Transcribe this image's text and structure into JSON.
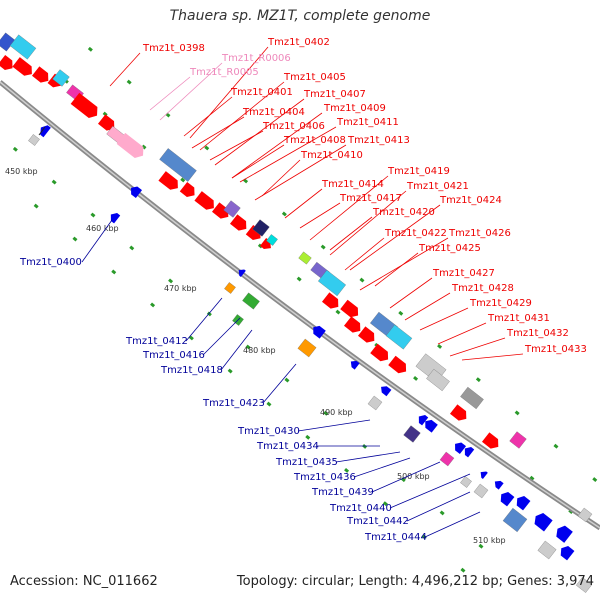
{
  "title": "Thauera sp. MZ1T, complete genome",
  "accession": "Accession: NC_011662",
  "summary": "Topology: circular; Length: 4,496,212 bp; Genes: 3,974",
  "ticks": [
    "450 kbp",
    "460 kbp",
    "470 kbp",
    "480 kbp",
    "490 kbp",
    "500 kbp",
    "510 kbp"
  ],
  "labels_red": [
    "Tmz1t_0398",
    "Tmz1t_0402",
    "Tmz1t_0405",
    "Tmz1t_0401",
    "Tmz1t_0407",
    "Tmz1t_0404",
    "Tmz1t_0409",
    "Tmz1t_0406",
    "Tmz1t_0411",
    "Tmz1t_0408",
    "Tmz1t_0413",
    "Tmz1t_0410",
    "Tmz1t_0419",
    "Tmz1t_0414",
    "Tmz1t_0421",
    "Tmz1t_0417",
    "Tmz1t_0424",
    "Tmz1t_0420",
    "Tmz1t_0422",
    "Tmz1t_0426",
    "Tmz1t_0425",
    "Tmz1t_0427",
    "Tmz1t_0428",
    "Tmz1t_0429",
    "Tmz1t_0431",
    "Tmz1t_0432",
    "Tmz1t_0433"
  ],
  "labels_pink": [
    "Tmz1t_R0006",
    "Tmz1t_R0005"
  ],
  "labels_blue": [
    "Tmz1t_0400",
    "Tmz1t_0412",
    "Tmz1t_0416",
    "Tmz1t_0418",
    "Tmz1t_0423",
    "Tmz1t_0430",
    "Tmz1t_0434",
    "Tmz1t_0435",
    "Tmz1t_0436",
    "Tmz1t_0439",
    "Tmz1t_0440",
    "Tmz1t_0442",
    "Tmz1t_0444"
  ],
  "colors": {
    "forward_cds": "#ff0000",
    "reverse_cds": "#0000ee",
    "rna": "#ffaacc",
    "label_red": "#ee0000",
    "label_pink": "#ee88bb",
    "label_blue": "#000099",
    "backbone": "#888888"
  }
}
